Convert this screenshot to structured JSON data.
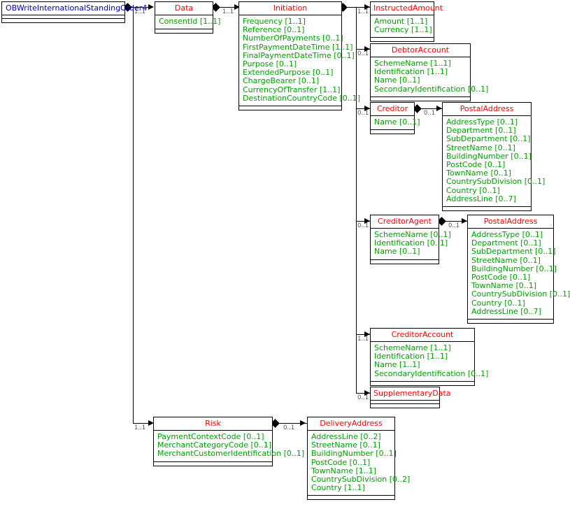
{
  "diagram": {
    "title": "OBWriteInternationalStandingOrder4",
    "type": "uml-class-diagram",
    "colors": {
      "class_name": "#ff0000",
      "root_class_name": "#0000c0",
      "attribute": "#00a000",
      "multiplicity": "#555555",
      "line": "#000000",
      "background": "#ffffff"
    }
  },
  "classes": [
    {
      "id": "root",
      "name": "OBWriteInternationalStandingOrder4",
      "attributes": []
    },
    {
      "id": "data",
      "name": "Data",
      "attributes": [
        "ConsentId [1..1]"
      ]
    },
    {
      "id": "initiation",
      "name": "Initiation",
      "attributes": [
        "Frequency [1..1]",
        "Reference [0..1]",
        "NumberOfPayments [0..1]",
        "FirstPaymentDateTime [1..1]",
        "FinalPaymentDateTime [0..1]",
        "Purpose [0..1]",
        "ExtendedPurpose [0..1]",
        "ChargeBearer [0..1]",
        "CurrencyOfTransfer [1..1]",
        "DestinationCountryCode [0..1]"
      ]
    },
    {
      "id": "instructedamount",
      "name": "InstructedAmount",
      "attributes": [
        "Amount [1..1]",
        "Currency [1..1]"
      ]
    },
    {
      "id": "debtoraccount",
      "name": "DebtorAccount",
      "attributes": [
        "SchemeName [1..1]",
        "Identification [1..1]",
        "Name [0..1]",
        "SecondaryIdentification [0..1]"
      ]
    },
    {
      "id": "creditor",
      "name": "Creditor",
      "attributes": [
        "Name [0..1]"
      ]
    },
    {
      "id": "creditor-postaladdress",
      "name": "PostalAddress",
      "attributes": [
        "AddressType [0..1]",
        "Department [0..1]",
        "SubDepartment [0..1]",
        "StreetName [0..1]",
        "BuildingNumber [0..1]",
        "PostCode [0..1]",
        "TownName [0..1]",
        "CountrySubDivision [0..1]",
        "Country [0..1]",
        "AddressLine [0..7]"
      ]
    },
    {
      "id": "creditoragent",
      "name": "CreditorAgent",
      "attributes": [
        "SchemeName [0..1]",
        "Identification [0..1]",
        "Name [0..1]"
      ]
    },
    {
      "id": "creditoragent-postaladdress",
      "name": "PostalAddress",
      "attributes": [
        "AddressType [0..1]",
        "Department [0..1]",
        "SubDepartment [0..1]",
        "StreetName [0..1]",
        "BuildingNumber [0..1]",
        "PostCode [0..1]",
        "TownName [0..1]",
        "CountrySubDivision [0..1]",
        "Country [0..1]",
        "AddressLine [0..7]"
      ]
    },
    {
      "id": "creditoraccount",
      "name": "CreditorAccount",
      "attributes": [
        "SchemeName [1..1]",
        "Identification [1..1]",
        "Name [1..1]",
        "SecondaryIdentification [0..1]"
      ]
    },
    {
      "id": "supplementarydata",
      "name": "SupplementaryData",
      "attributes": []
    },
    {
      "id": "risk",
      "name": "Risk",
      "attributes": [
        "PaymentContextCode [0..1]",
        "MerchantCategoryCode [0..1]",
        "MerchantCustomerIdentification [0..1]"
      ]
    },
    {
      "id": "deliveryaddress",
      "name": "DeliveryAddress",
      "attributes": [
        "AddressLine [0..2]",
        "StreetName [0..1]",
        "BuildingNumber [0..1]",
        "PostCode [0..1]",
        "TownName [1..1]",
        "CountrySubDivision [0..2]",
        "Country [1..1]"
      ]
    }
  ],
  "multiplicities": {
    "root_data": "1..1",
    "data_initiation": "1..1",
    "initiation_instructedamount": "1..1",
    "initiation_debtoraccount": "0..1",
    "initiation_creditor": "0..1",
    "creditor_postaladdress": "0..1",
    "initiation_creditoragent": "0..1",
    "creditoragent_postaladdress": "0..1",
    "initiation_creditoraccount": "1..1",
    "initiation_supplementarydata": "0..1",
    "root_risk": "1..1",
    "risk_deliveryaddress": "0..1"
  }
}
